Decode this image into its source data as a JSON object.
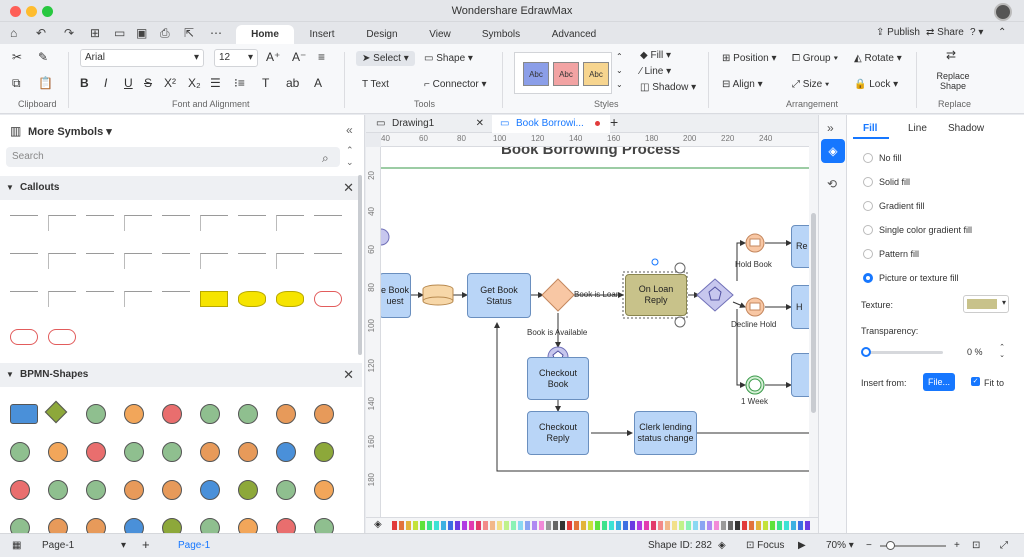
{
  "window": {
    "title": "Wondershare EdrawMax"
  },
  "menu": {
    "tabs": [
      "Home",
      "Insert",
      "Design",
      "View",
      "Symbols",
      "Advanced"
    ],
    "active_tab": "Home",
    "publish": "Publish",
    "share": "Share",
    "help": "?"
  },
  "ribbon": {
    "font_name": "Arial",
    "font_size": "12",
    "select": "Select",
    "shape": "Shape",
    "text": "Text",
    "connector": "Connector",
    "style_swatches": [
      "Abc",
      "Abc",
      "Abc"
    ],
    "fill": "Fill",
    "line": "Line",
    "shadow": "Shadow",
    "position": "Position",
    "group": "Group",
    "rotate": "Rotate",
    "align": "Align",
    "size": "Size",
    "lock": "Lock",
    "replace_shape_1": "Replace",
    "replace_shape_2": "Shape",
    "groups": {
      "clipboard": "Clipboard",
      "font_alignment": "Font and Alignment",
      "tools": "Tools",
      "styles": "Styles",
      "arrangement": "Arrangement",
      "replace": "Replace"
    }
  },
  "left_panel": {
    "title": "More Symbols",
    "search_placeholder": "Search",
    "sections": [
      {
        "name": "Callouts"
      },
      {
        "name": "BPMN-Shapes"
      }
    ]
  },
  "documents": {
    "tabs": [
      {
        "label": "Drawing1"
      },
      {
        "label": "Book Borrowi..."
      }
    ]
  },
  "ruler": {
    "top": [
      "40",
      "60",
      "80",
      "100",
      "120",
      "140",
      "160",
      "180",
      "200",
      "220",
      "240"
    ],
    "left": [
      "20",
      "40",
      "60",
      "80",
      "100",
      "120",
      "140",
      "160",
      "180"
    ]
  },
  "diagram": {
    "title": "Book Borrowing Process",
    "nodes": {
      "book_request": "e Book\nuest",
      "get_book_status": "Get Book\nStatus",
      "on_loan_reply": "On Loan Reply",
      "checkout_book": "Checkout Book",
      "checkout_reply": "Checkout\nReply",
      "clerk_lending": "Clerk lending\nstatus change",
      "re": "Re",
      "h": "H"
    },
    "labels": {
      "book_is_loan": "Book is Loan",
      "book_is_available": "Book is Available",
      "hold_book": "Hold Book",
      "decline_hold": "Decline Hold",
      "one_week": "1 Week"
    }
  },
  "right_panel": {
    "tabs": [
      "Fill",
      "Line",
      "Shadow"
    ],
    "active_tab": "Fill",
    "fill_options": [
      {
        "label": "No fill",
        "selected": false
      },
      {
        "label": "Solid fill",
        "selected": false
      },
      {
        "label": "Gradient fill",
        "selected": false
      },
      {
        "label": "Single color gradient fill",
        "selected": false
      },
      {
        "label": "Pattern fill",
        "selected": false
      },
      {
        "label": "Picture or texture fill",
        "selected": true
      }
    ],
    "texture_label": "Texture:",
    "transparency_label": "Transparency:",
    "transparency_value": "0 %",
    "insert_from_label": "Insert from:",
    "file_button": "File...",
    "fit_to": "Fit to"
  },
  "status_bar": {
    "page_select": "Page-1",
    "page_tab": "Page-1",
    "shape_id": "Shape ID: 282",
    "focus": "Focus",
    "zoom": "70%"
  },
  "colors": {
    "accent": "#1677ff",
    "node_fill": "#b9d5f7",
    "selected_fill": "#c8c28a"
  }
}
